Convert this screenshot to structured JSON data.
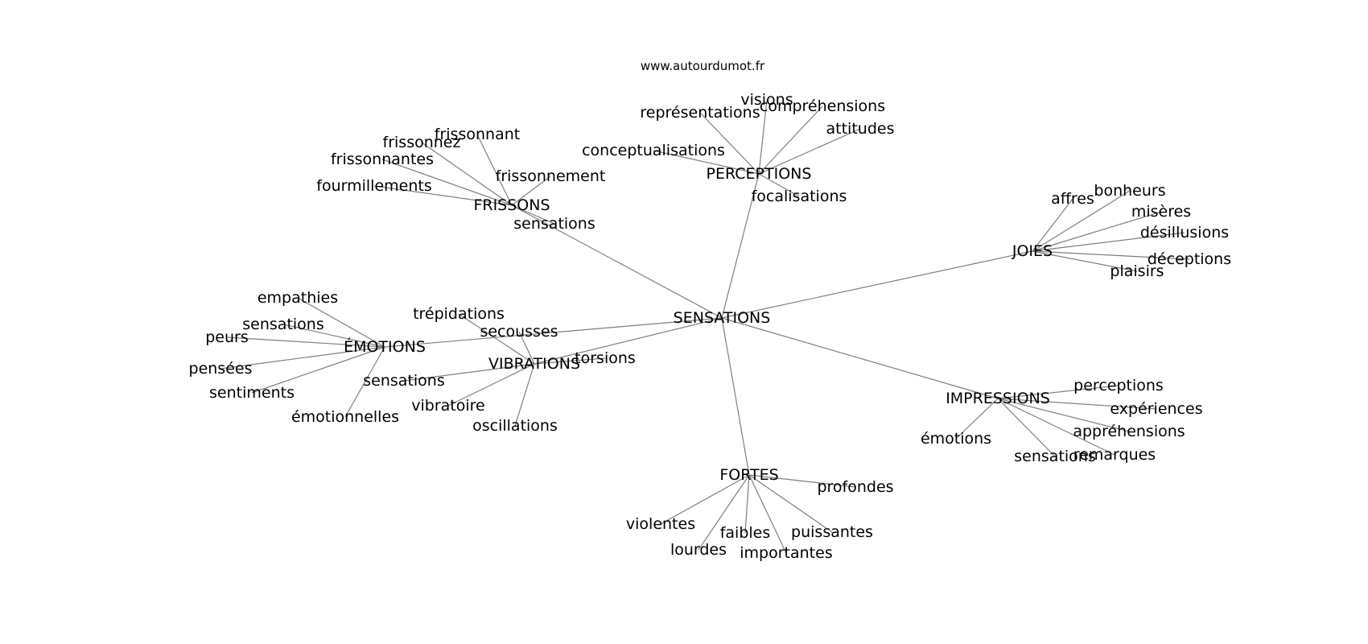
{
  "site_label": "www.autourdumot.fr",
  "graph": {
    "nodes": [
      {
        "id": "sensations_center",
        "label": "SENSATIONS"
      },
      {
        "id": "frissons",
        "label": "FRISSONS"
      },
      {
        "id": "perceptions",
        "label": "PERCEPTIONS"
      },
      {
        "id": "joies",
        "label": "JOIES"
      },
      {
        "id": "emotions",
        "label": "ÉMOTIONS"
      },
      {
        "id": "vibrations",
        "label": "VIBRATIONS"
      },
      {
        "id": "impressions",
        "label": "IMPRESSIONS"
      },
      {
        "id": "fortes",
        "label": "FORTES"
      },
      {
        "id": "f_frissonnant",
        "label": "frissonnant"
      },
      {
        "id": "f_frissonnez",
        "label": "frissonnez"
      },
      {
        "id": "f_frissonnantes",
        "label": "frissonnantes"
      },
      {
        "id": "f_fourmillements",
        "label": "fourmillements"
      },
      {
        "id": "f_frissonnement",
        "label": "frissonnement"
      },
      {
        "id": "f_sensations",
        "label": "sensations"
      },
      {
        "id": "p_representations",
        "label": "représentations"
      },
      {
        "id": "p_visions",
        "label": "visions"
      },
      {
        "id": "p_comprehensions",
        "label": "compréhensions"
      },
      {
        "id": "p_attitudes",
        "label": "attitudes"
      },
      {
        "id": "p_conceptualisations",
        "label": "conceptualisations"
      },
      {
        "id": "p_focalisations",
        "label": "focalisations"
      },
      {
        "id": "j_affres",
        "label": "affres"
      },
      {
        "id": "j_bonheurs",
        "label": "bonheurs"
      },
      {
        "id": "j_miseres",
        "label": "misères"
      },
      {
        "id": "j_desillusions",
        "label": "désillusions"
      },
      {
        "id": "j_deceptions",
        "label": "déceptions"
      },
      {
        "id": "j_plaisirs",
        "label": "plaisirs"
      },
      {
        "id": "e_empathies",
        "label": "empathies"
      },
      {
        "id": "e_sensations",
        "label": "sensations"
      },
      {
        "id": "e_peurs",
        "label": "peurs"
      },
      {
        "id": "e_pensees",
        "label": "pensées"
      },
      {
        "id": "e_sentiments",
        "label": "sentiments"
      },
      {
        "id": "e_emotionnelles",
        "label": "émotionnelles"
      },
      {
        "id": "v_trepidations",
        "label": "trépidations"
      },
      {
        "id": "v_secousses",
        "label": "secousses"
      },
      {
        "id": "v_torsions",
        "label": "torsions"
      },
      {
        "id": "v_sensations",
        "label": "sensations"
      },
      {
        "id": "v_vibratoire",
        "label": "vibratoire"
      },
      {
        "id": "v_oscillations",
        "label": "oscillations"
      },
      {
        "id": "i_perceptions",
        "label": "perceptions"
      },
      {
        "id": "i_experiences",
        "label": "expériences"
      },
      {
        "id": "i_apprehensions",
        "label": "appréhensions"
      },
      {
        "id": "i_remarques",
        "label": "remarques"
      },
      {
        "id": "i_sensations",
        "label": "sensations"
      },
      {
        "id": "i_emotions",
        "label": "émotions"
      },
      {
        "id": "fo_profondes",
        "label": "profondes"
      },
      {
        "id": "fo_violentes",
        "label": "violentes"
      },
      {
        "id": "fo_faibles",
        "label": "faibles"
      },
      {
        "id": "fo_puissantes",
        "label": "puissantes"
      },
      {
        "id": "fo_lourdes",
        "label": "lourdes"
      },
      {
        "id": "fo_importantes",
        "label": "importantes"
      }
    ],
    "edges": [
      [
        "sensations_center",
        "frissons"
      ],
      [
        "sensations_center",
        "perceptions"
      ],
      [
        "sensations_center",
        "joies"
      ],
      [
        "sensations_center",
        "emotions"
      ],
      [
        "sensations_center",
        "vibrations"
      ],
      [
        "sensations_center",
        "impressions"
      ],
      [
        "sensations_center",
        "fortes"
      ],
      [
        "frissons",
        "f_frissonnant"
      ],
      [
        "frissons",
        "f_frissonnez"
      ],
      [
        "frissons",
        "f_frissonnantes"
      ],
      [
        "frissons",
        "f_fourmillements"
      ],
      [
        "frissons",
        "f_frissonnement"
      ],
      [
        "frissons",
        "f_sensations"
      ],
      [
        "perceptions",
        "p_representations"
      ],
      [
        "perceptions",
        "p_visions"
      ],
      [
        "perceptions",
        "p_comprehensions"
      ],
      [
        "perceptions",
        "p_attitudes"
      ],
      [
        "perceptions",
        "p_conceptualisations"
      ],
      [
        "perceptions",
        "p_focalisations"
      ],
      [
        "joies",
        "j_affres"
      ],
      [
        "joies",
        "j_bonheurs"
      ],
      [
        "joies",
        "j_miseres"
      ],
      [
        "joies",
        "j_desillusions"
      ],
      [
        "joies",
        "j_deceptions"
      ],
      [
        "joies",
        "j_plaisirs"
      ],
      [
        "emotions",
        "e_empathies"
      ],
      [
        "emotions",
        "e_sensations"
      ],
      [
        "emotions",
        "e_peurs"
      ],
      [
        "emotions",
        "e_pensees"
      ],
      [
        "emotions",
        "e_sentiments"
      ],
      [
        "emotions",
        "e_emotionnelles"
      ],
      [
        "vibrations",
        "v_trepidations"
      ],
      [
        "vibrations",
        "v_secousses"
      ],
      [
        "vibrations",
        "v_torsions"
      ],
      [
        "vibrations",
        "v_sensations"
      ],
      [
        "vibrations",
        "v_vibratoire"
      ],
      [
        "vibrations",
        "v_oscillations"
      ],
      [
        "impressions",
        "i_perceptions"
      ],
      [
        "impressions",
        "i_experiences"
      ],
      [
        "impressions",
        "i_apprehensions"
      ],
      [
        "impressions",
        "i_remarques"
      ],
      [
        "impressions",
        "i_sensations"
      ],
      [
        "impressions",
        "i_emotions"
      ],
      [
        "fortes",
        "fo_profondes"
      ],
      [
        "fortes",
        "fo_violentes"
      ],
      [
        "fortes",
        "fo_faibles"
      ],
      [
        "fortes",
        "fo_puissantes"
      ],
      [
        "fortes",
        "fo_lourdes"
      ],
      [
        "fortes",
        "fo_importantes"
      ]
    ]
  }
}
